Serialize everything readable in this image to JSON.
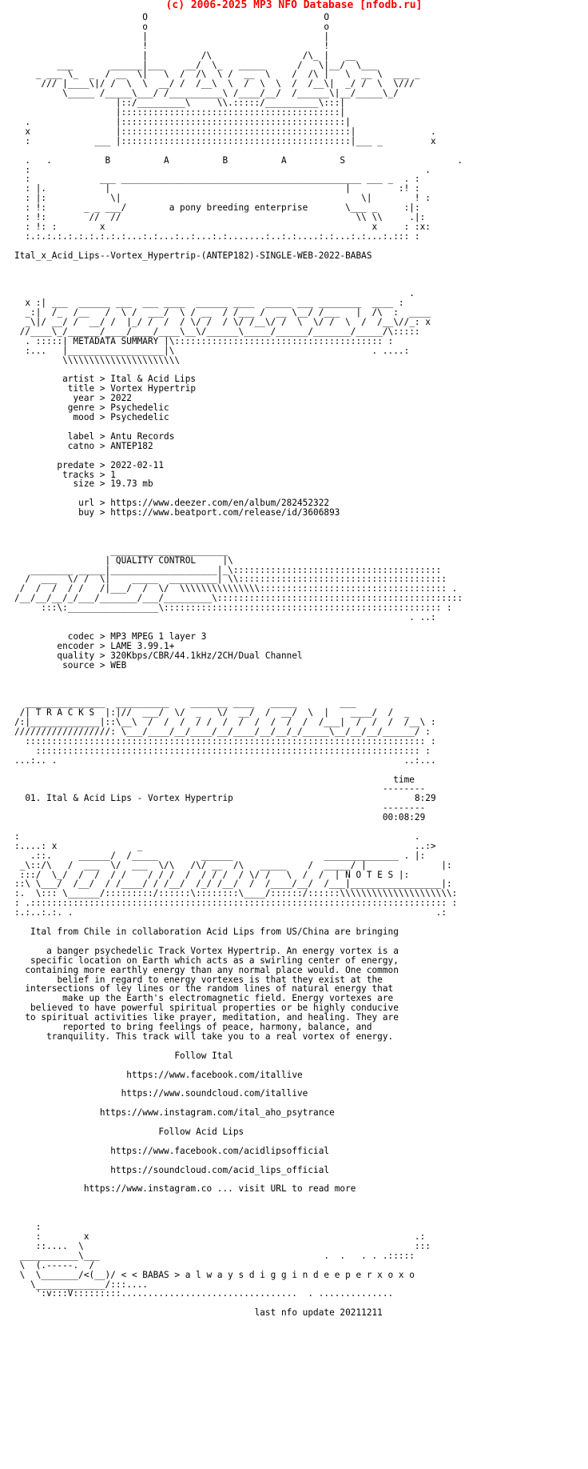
{
  "header": {
    "copyright": "(c) 2006-2025 MP3 NFO Database [nfodb.ru]"
  },
  "nfo": {
    "logo_letters": "B          A          B          A          S",
    "tagline": "a pony breeding enterprise",
    "release_name": "Ital_x_Acid_Lips--Vortex_Hypertrip-(ANTEP182)-SINGLE-WEB-2022-BABAS",
    "metadata_title": "METADATA SUMMARY",
    "metadata": [
      {
        "key": "artist",
        "value": "Ital & Acid Lips"
      },
      {
        "key": "title",
        "value": "Vortex Hypertrip"
      },
      {
        "key": "year",
        "value": "2022"
      },
      {
        "key": "genre",
        "value": "Psychedelic"
      },
      {
        "key": "mood",
        "value": "Psychedelic"
      },
      {
        "key": "label",
        "value": "Antu Records"
      },
      {
        "key": "catno",
        "value": "ANTEP182"
      },
      {
        "key": "predate",
        "value": "2022-02-11"
      },
      {
        "key": "tracks",
        "value": "1"
      },
      {
        "key": "size",
        "value": "19.73 mb"
      },
      {
        "key": "url",
        "value": "https://www.deezer.com/en/album/282452322"
      },
      {
        "key": "buy",
        "value": "https://www.beatport.com/release/id/3606893"
      }
    ],
    "quality_title": "QUALITY CONTROL",
    "quality": [
      {
        "key": "codec",
        "value": "MP3 MPEG 1 layer 3"
      },
      {
        "key": "encoder",
        "value": "LAME 3.99.1+"
      },
      {
        "key": "quality",
        "value": "320Kbps/CBR/44.1kHz/2CH/Dual Channel"
      },
      {
        "key": "source",
        "value": "WEB"
      }
    ],
    "tracks_title": "T R A C K S",
    "time_header": "time",
    "tracklist": [
      {
        "num": "01.",
        "name": "Ital & Acid Lips - Vortex Hypertrip",
        "time": "8:29"
      }
    ],
    "total_time": "00:08:29",
    "notes_title": "N O T E S",
    "notes_intro": "Ital from Chile in collaboration Acid Lips from US/China are bringing",
    "notes_body": [
      "a banger psychedelic Track Vortex Hypertrip. An energy vortex is a",
      "specific location on Earth which acts as a swirling center of energy,",
      "containing more earthly energy than any normal place would. One common",
      "belief in regard to energy vortexes is that they exist at the",
      "intersections of ley lines or the random lines of natural energy that",
      "make up the Earth's electromagnetic field. Energy vortexes are",
      "believed to have powerful spiritual properties or be highly conducive",
      "to spiritual activities like prayer, meditation, and healing. They are",
      "reported to bring feelings of peace, harmony, balance, and",
      "tranquility. This track will take you to a real vortex of energy."
    ],
    "follow_ital": "Follow Ital",
    "ital_links": [
      "https://www.facebook.com/itallive",
      "https://www.soundcloud.com/itallive",
      "https://www.instagram.com/ital_aho_psytrance"
    ],
    "follow_acid": "Follow Acid Lips",
    "acid_links": [
      "https://www.facebook.com/acidlipsofficial",
      "https://soundcloud.com/acid_lips_official",
      "https://www.instagram.co ... visit URL to read more"
    ],
    "footer_motto": "< BABAS > a l w a y s d i g g i n d e e p e r x o x o",
    "last_update": "last nfo update 20211211"
  }
}
